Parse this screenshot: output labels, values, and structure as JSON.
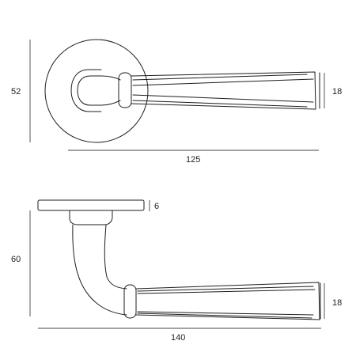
{
  "drawing": {
    "top_view": {
      "rose_height": "52",
      "lever_height": "18",
      "overall_length": "125"
    },
    "side_view": {
      "rose_thickness": "6",
      "projection": "60",
      "lever_height": "18",
      "overall_length": "140"
    }
  }
}
